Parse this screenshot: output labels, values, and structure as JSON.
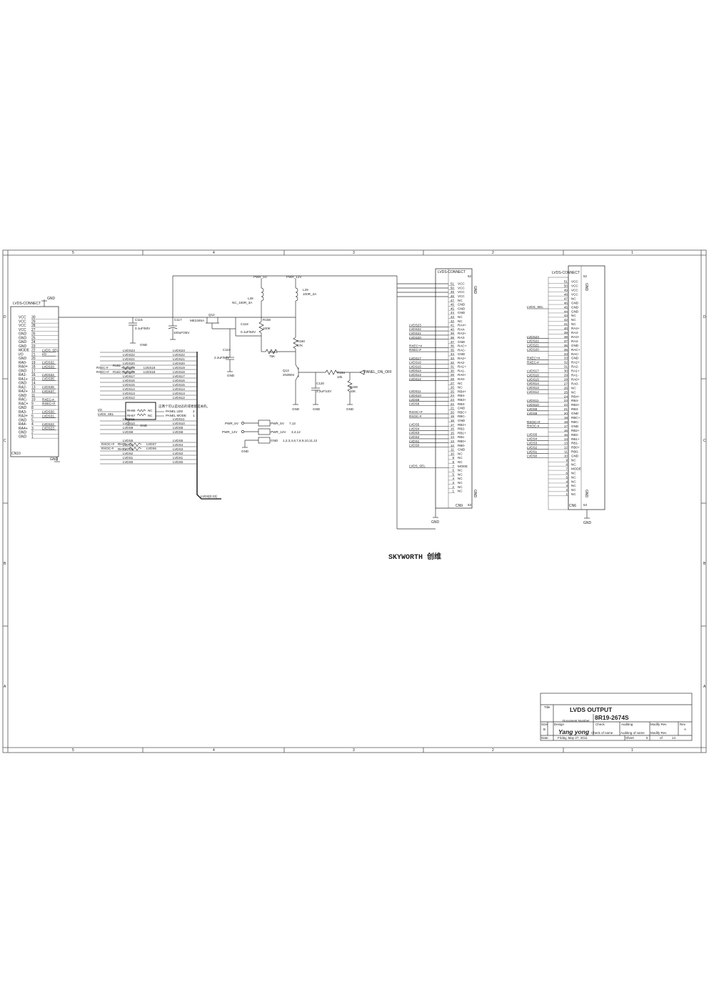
{
  "frame": {
    "col_markers": [
      "5",
      "4",
      "3",
      "2",
      "1"
    ],
    "row_markers": [
      "D",
      "C",
      "B",
      "A"
    ]
  },
  "connector_left": {
    "title": "LVDS-CONNECT",
    "ref": "CN10",
    "gnd_label": "GND",
    "shield_label": "GND",
    "pins": [
      {
        "num": "30",
        "name": "VCC",
        "net": ""
      },
      {
        "num": "29",
        "name": "VCC",
        "net": ""
      },
      {
        "num": "28",
        "name": "VCC",
        "net": ""
      },
      {
        "num": "27",
        "name": "VCC",
        "net": ""
      },
      {
        "num": "26",
        "name": "GND",
        "net": ""
      },
      {
        "num": "25",
        "name": "GND",
        "net": ""
      },
      {
        "num": "24",
        "name": "GND",
        "net": ""
      },
      {
        "num": "23",
        "name": "GND",
        "net": ""
      },
      {
        "num": "22",
        "name": "MODE",
        "net": "LVDS_SEL"
      },
      {
        "num": "21",
        "name": "I/O",
        "net": "I/O"
      },
      {
        "num": "20",
        "name": "GND",
        "net": ""
      },
      {
        "num": "19",
        "name": "RA0-",
        "net": "LVDS32"
      },
      {
        "num": "18",
        "name": "RA0+",
        "net": "LVDS33"
      },
      {
        "num": "17",
        "name": "GND",
        "net": ""
      },
      {
        "num": "16",
        "name": "RA1-",
        "net": "LVDS34"
      },
      {
        "num": "15",
        "name": "RA1+",
        "net": "LVDS35"
      },
      {
        "num": "14",
        "name": "GND",
        "net": ""
      },
      {
        "num": "13",
        "name": "RA2-",
        "net": "LVDS36"
      },
      {
        "num": "12",
        "name": "RA2+",
        "net": "LVDS37"
      },
      {
        "num": "11",
        "name": "GND",
        "net": ""
      },
      {
        "num": "10",
        "name": "RAC-",
        "net": "RXEC-#"
      },
      {
        "num": "9",
        "name": "RAC+",
        "net": "RXEC+#"
      },
      {
        "num": "8",
        "name": "GND",
        "net": ""
      },
      {
        "num": "7",
        "name": "RA3-",
        "net": "LVDS30"
      },
      {
        "num": "6",
        "name": "RA3+",
        "net": "LVDS31"
      },
      {
        "num": "5",
        "name": "GND",
        "net": ""
      },
      {
        "num": "4",
        "name": "RA4-",
        "net": "LVDS22"
      },
      {
        "num": "3",
        "name": "RA4+",
        "net": "LVDS23"
      },
      {
        "num": "2",
        "name": "GND",
        "net": ""
      },
      {
        "num": "1",
        "name": "GND",
        "net": ""
      }
    ]
  },
  "bus": {
    "left": [
      "LVDS23",
      "LVDS22",
      "LVDS21",
      "LVDS20",
      "LVDS19",
      "LVDS18",
      "LVDS17",
      "LVDS16",
      "LVDS15",
      "LVDS14",
      "LVDS13",
      "LVDS12",
      "",
      "",
      "",
      "",
      "LVDS11",
      "LVDS10",
      "LVDS9",
      "LVDS8",
      "",
      "LVDS5",
      "LVDS4",
      "LVDS3",
      "LVDS2",
      "LVDS1",
      "LVDS0"
    ],
    "right": [
      "LVDS23",
      "LVDS22",
      "LVDS21",
      "LVDS20",
      "LVDS19",
      "LVDS18",
      "LVDS17",
      "LVDS16",
      "LVDS15",
      "LVDS14",
      "LVDS13",
      "LVDS12",
      "",
      "",
      "",
      "",
      "LVDS11",
      "LVDS10",
      "LVDS9",
      "LVDS8",
      "",
      "LVDS5",
      "LVDS4",
      "LVDS3",
      "LVDS2",
      "LVDS1",
      "LVDS0"
    ],
    "label": "LVDS[0:23]"
  },
  "small_parts": {
    "rxec_m": "RXEC-#",
    "rxec_p": "RXEC+#",
    "r_rxec_m": "R162",
    "r_rxec_p": "R163",
    "net_lvds19": "LVDS19",
    "net_lvds18": "LVDS18",
    "rxoc_p": "RXOC+#",
    "rxoc_m": "RXOC-#",
    "r_rxoc_p": "RH70",
    "r_rxoc_m": "RH71",
    "net_lvds7": "LVDS7",
    "net_lvds6": "LVDS6",
    "io": "I/O",
    "lvds_sel": "LVDS_SEL",
    "r_io": "RH66",
    "r_sel": "RH67",
    "nc": "NC",
    "panel_led": "PANEL LED",
    "panel_mode": "PANEL MODE",
    "panel_led_pin": "2",
    "panel_mode_pin": "1",
    "note": "这两个可以是动态的或者都是关的。",
    "gnd": "GND"
  },
  "power": {
    "pwr5": "PWR_5V",
    "pwr12": "PWR_12V",
    "l28": "L28",
    "l28_val": "NC_100R_3A",
    "l29": "L29",
    "l29_val": "100R_3A",
    "c116": "C116",
    "c116_val": "0.1uF/50V",
    "c117": "C117",
    "c117_val": "100uF/35V",
    "q12": "Q12",
    "q12_val": "ME2345A",
    "c118": "C118",
    "c118_val": "0.1uF/50V",
    "r158": "R158",
    "r158_val": "100K",
    "c119": "C119",
    "c119_val": "2.2uF/50V",
    "rh01": "RH01",
    "rh01_val": "75K",
    "r160": "R160",
    "r160_val": "47K",
    "q13": "Q13",
    "q13_val": "2N3904",
    "r164": "R164",
    "r164_val": "10k",
    "r165": "R165",
    "r165_val": "10K",
    "c120": "C120",
    "c120_val": "2.2uF/10V",
    "panel_on_off": "PANEL_ON_OFF",
    "gnd": "GND",
    "port_pwr5": "PWR_5V",
    "port_pwr5_pins": "7,12",
    "port_pwr12": "PWR_12V",
    "port_pwr12_pins": "3,4,12",
    "port_gnd": "GND",
    "port_gnd_pins": "1,2,3,4,6,7,8,9,10,11,12"
  },
  "connector_mid": {
    "title": "LVDS-CONNECT",
    "ref": "CN9",
    "top_pin": "52",
    "bottom_pin": "53",
    "gnd_label": "GND",
    "pins": [
      {
        "num": "51",
        "name": "VCC",
        "net": ""
      },
      {
        "num": "50",
        "name": "VCC",
        "net": ""
      },
      {
        "num": "49",
        "name": "VCC",
        "net": ""
      },
      {
        "num": "48",
        "name": "VCC",
        "net": ""
      },
      {
        "num": "47",
        "name": "NC",
        "net": ""
      },
      {
        "num": "46",
        "name": "GND",
        "net": ""
      },
      {
        "num": "45",
        "name": "GND",
        "net": ""
      },
      {
        "num": "44",
        "name": "GND",
        "net": ""
      },
      {
        "num": "43",
        "name": "NC",
        "net": ""
      },
      {
        "num": "42",
        "name": "NC",
        "net": ""
      },
      {
        "num": "41",
        "name": "RA4+",
        "net": "LVDS23"
      },
      {
        "num": "40",
        "name": "RA4-",
        "net": "LVDS22"
      },
      {
        "num": "39",
        "name": "RA3+",
        "net": "LVDS21"
      },
      {
        "num": "38",
        "name": "RA3-",
        "net": "LVDS20"
      },
      {
        "num": "37",
        "name": "GND",
        "net": ""
      },
      {
        "num": "36",
        "name": "RAC+",
        "net": "RXEC+#"
      },
      {
        "num": "35",
        "name": "RAC-",
        "net": "RXEC-#"
      },
      {
        "num": "34",
        "name": "GND",
        "net": ""
      },
      {
        "num": "33",
        "name": "RA2+",
        "net": "LVDS17"
      },
      {
        "num": "32",
        "name": "RA2-",
        "net": "LVDS16"
      },
      {
        "num": "31",
        "name": "RA1+",
        "net": "LVDS15"
      },
      {
        "num": "30",
        "name": "RA1-",
        "net": "LVDS14"
      },
      {
        "num": "29",
        "name": "RA0+",
        "net": "LVDS13"
      },
      {
        "num": "28",
        "name": "RA0-",
        "net": "LVDS12"
      },
      {
        "num": "27",
        "name": "NC",
        "net": ""
      },
      {
        "num": "26",
        "name": "NC",
        "net": ""
      },
      {
        "num": "25",
        "name": "RB4+",
        "net": "LVDS11"
      },
      {
        "num": "24",
        "name": "RB4-",
        "net": "LVDS10"
      },
      {
        "num": "23",
        "name": "RB3+",
        "net": "LVDS9"
      },
      {
        "num": "22",
        "name": "RB3-",
        "net": "LVDS8"
      },
      {
        "num": "21",
        "name": "GND",
        "net": ""
      },
      {
        "num": "20",
        "name": "RBC+",
        "net": "RXOC+#"
      },
      {
        "num": "19",
        "name": "RBC-",
        "net": "RXOC-#"
      },
      {
        "num": "18",
        "name": "GND",
        "net": ""
      },
      {
        "num": "17",
        "name": "RB2+",
        "net": "LVDS5"
      },
      {
        "num": "16",
        "name": "RB2-",
        "net": "LVDS4"
      },
      {
        "num": "15",
        "name": "RB1+",
        "net": "LVDS3"
      },
      {
        "num": "14",
        "name": "RB1-",
        "net": "LVDS2"
      },
      {
        "num": "13",
        "name": "RB0+",
        "net": "LVDS1"
      },
      {
        "num": "12",
        "name": "RB0-",
        "net": "LVDS0"
      },
      {
        "num": "11",
        "name": "GND",
        "net": ""
      },
      {
        "num": "10",
        "name": "NC",
        "net": ""
      },
      {
        "num": "9",
        "name": "NC",
        "net": ""
      },
      {
        "num": "8",
        "name": "NC",
        "net": ""
      },
      {
        "num": "7",
        "name": "MODE",
        "net": "LVDS_SEL"
      },
      {
        "num": "6",
        "name": "NC",
        "net": ""
      },
      {
        "num": "5",
        "name": "NC",
        "net": ""
      },
      {
        "num": "4",
        "name": "NC",
        "net": ""
      },
      {
        "num": "3",
        "name": "NC",
        "net": ""
      },
      {
        "num": "2",
        "name": "NC",
        "net": ""
      },
      {
        "num": "1",
        "name": "NC",
        "net": ""
      }
    ]
  },
  "connector_right": {
    "title": "LVDS-CONNECT",
    "ref": "CN6",
    "top_pin": "52",
    "bottom_pin": "53",
    "gnd_label": "GND",
    "pins": [
      {
        "num": "51",
        "name": "VCC",
        "net": ""
      },
      {
        "num": "50",
        "name": "VCC",
        "net": ""
      },
      {
        "num": "49",
        "name": "VCC",
        "net": ""
      },
      {
        "num": "48",
        "name": "VCC",
        "net": ""
      },
      {
        "num": "47",
        "name": "NC",
        "net": ""
      },
      {
        "num": "46",
        "name": "GND",
        "net": ""
      },
      {
        "num": "45",
        "name": "GND",
        "net": "LVDS_SEL"
      },
      {
        "num": "44",
        "name": "GND",
        "net": ""
      },
      {
        "num": "43",
        "name": "NC",
        "net": ""
      },
      {
        "num": "42",
        "name": "NC",
        "net": ""
      },
      {
        "num": "41",
        "name": "NC",
        "net": ""
      },
      {
        "num": "40",
        "name": "RA4+",
        "net": ""
      },
      {
        "num": "39",
        "name": "RA4-",
        "net": ""
      },
      {
        "num": "38",
        "name": "RA3+",
        "net": "LVDS23"
      },
      {
        "num": "37",
        "name": "RA3-",
        "net": "LVDS22"
      },
      {
        "num": "36",
        "name": "GND",
        "net": "LVDS21"
      },
      {
        "num": "35",
        "name": "RAC+",
        "net": "LVDS20"
      },
      {
        "num": "34",
        "name": "RAC-",
        "net": ""
      },
      {
        "num": "33",
        "name": "GND",
        "net": "RXEC+#"
      },
      {
        "num": "32",
        "name": "RA2+",
        "net": "RXEC-#"
      },
      {
        "num": "31",
        "name": "RA2-",
        "net": ""
      },
      {
        "num": "30",
        "name": "RA1+",
        "net": "LVDS17"
      },
      {
        "num": "29",
        "name": "RA1-",
        "net": "LVDS16"
      },
      {
        "num": "28",
        "name": "RA0+",
        "net": "LVDS15"
      },
      {
        "num": "27",
        "name": "RA0-",
        "net": "LVDS14"
      },
      {
        "num": "26",
        "name": "NC",
        "net": "LVDS13"
      },
      {
        "num": "25",
        "name": "NC",
        "net": "LVDS12"
      },
      {
        "num": "24",
        "name": "RB4+",
        "net": ""
      },
      {
        "num": "23",
        "name": "RB4-",
        "net": "LVDS11"
      },
      {
        "num": "22",
        "name": "RB3+",
        "net": "LVDS10"
      },
      {
        "num": "21",
        "name": "RB3-",
        "net": "LVDS9"
      },
      {
        "num": "20",
        "name": "GND",
        "net": "LVDS8"
      },
      {
        "num": "19",
        "name": "RBC+",
        "net": ""
      },
      {
        "num": "18",
        "name": "RBC-",
        "net": "RXOC+#"
      },
      {
        "num": "17",
        "name": "GND",
        "net": "RXOC-#"
      },
      {
        "num": "16",
        "name": "RB2+",
        "net": ""
      },
      {
        "num": "15",
        "name": "RB2-",
        "net": "LVDS5"
      },
      {
        "num": "14",
        "name": "RB1+",
        "net": "LVDS4"
      },
      {
        "num": "13",
        "name": "RB1-",
        "net": "LVDS3"
      },
      {
        "num": "12",
        "name": "RB0+",
        "net": "LVDS2"
      },
      {
        "num": "11",
        "name": "RB0-",
        "net": "LVDS1"
      },
      {
        "num": "10",
        "name": "GND",
        "net": "LVDS0"
      },
      {
        "num": "9",
        "name": "NC",
        "net": ""
      },
      {
        "num": "8",
        "name": "NC",
        "net": ""
      },
      {
        "num": "7",
        "name": "MODE",
        "net": ""
      },
      {
        "num": "6",
        "name": "NC",
        "net": ""
      },
      {
        "num": "5",
        "name": "NC",
        "net": ""
      },
      {
        "num": "4",
        "name": "NC",
        "net": ""
      },
      {
        "num": "3",
        "name": "NC",
        "net": ""
      },
      {
        "num": "2",
        "name": "NC",
        "net": ""
      },
      {
        "num": "1",
        "name": "NC",
        "net": ""
      }
    ]
  },
  "brand": "SKYWORTH 创维",
  "title_block": {
    "title_label": "Title",
    "title": "LVDS OUTPUT",
    "docnum_label": "Document Number",
    "docnum": "8R19-2674S",
    "size_label": "Size",
    "size": "B",
    "design_label": "Design",
    "designer": "Yang yong",
    "check_label": "Check",
    "check_value": "Check of name",
    "auditing_label": "Auditing",
    "auditing_value": "Auditing of name",
    "modify_label": "Modify Rev",
    "modify_value": "Modify Rev",
    "rev_label": "Rev",
    "rev": "A",
    "date_label": "Date:",
    "date": "Friday, May 27, 2011",
    "sheet_label": "Sheet",
    "sheet": "5",
    "of_label": "of",
    "total": "14"
  }
}
